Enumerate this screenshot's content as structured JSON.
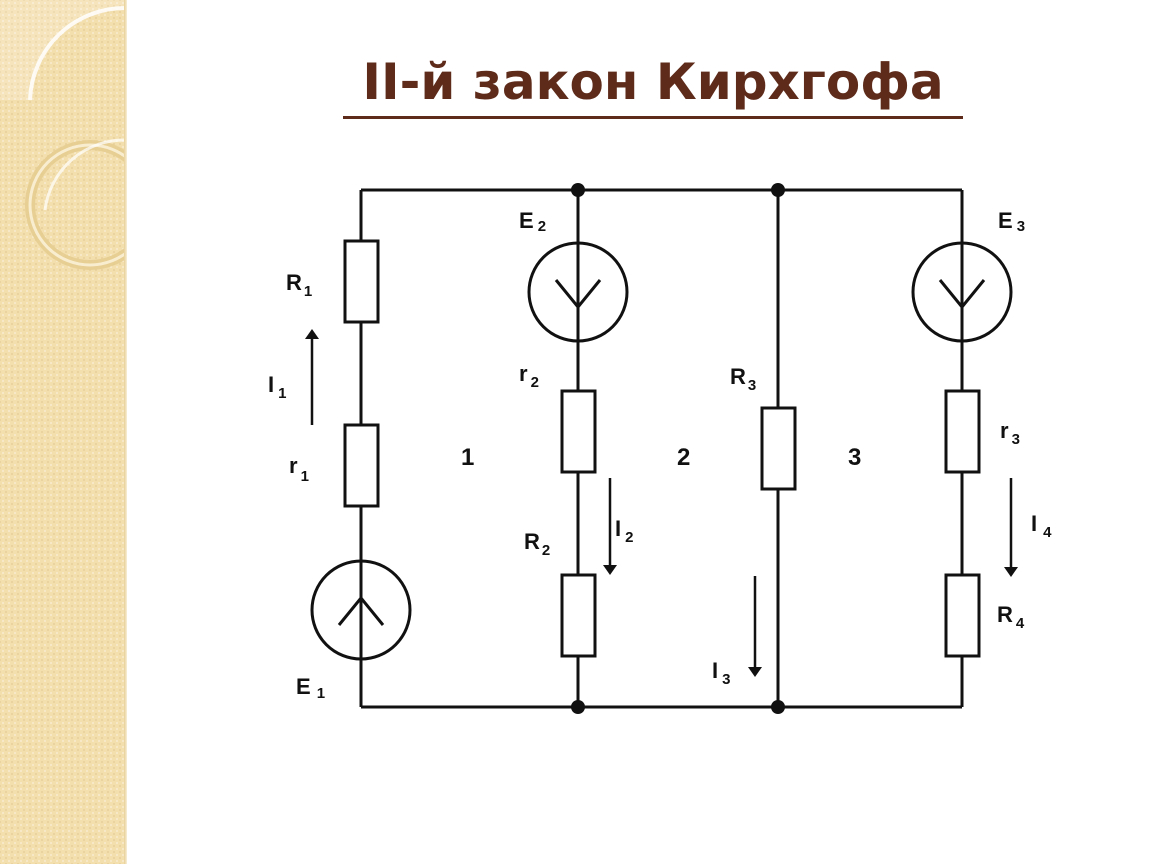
{
  "slide": {
    "title": "II-й закон Кирхгофа"
  },
  "circuit": {
    "labels": {
      "R1": {
        "main": "R",
        "sub": "1"
      },
      "r1": {
        "main": "r",
        "sub": "1"
      },
      "I1": {
        "main": "I",
        "sub": "1"
      },
      "E1": {
        "main": "E",
        "sub": "1"
      },
      "E2": {
        "main": "E",
        "sub": "2"
      },
      "r2": {
        "main": "r",
        "sub": "2"
      },
      "R2": {
        "main": "R",
        "sub": "2"
      },
      "I2": {
        "main": "I",
        "sub": "2"
      },
      "R3": {
        "main": "R",
        "sub": "3"
      },
      "I3": {
        "main": "I",
        "sub": "3"
      },
      "E3": {
        "main": "E",
        "sub": "3"
      },
      "r3": {
        "main": "r",
        "sub": "3"
      },
      "I4": {
        "main": "I",
        "sub": "4"
      },
      "R4": {
        "main": "R",
        "sub": "4"
      }
    },
    "meshes": [
      "1",
      "2",
      "3"
    ]
  },
  "colors": {
    "title": "#5e2b1a",
    "wire": "#111111",
    "panel": "#f3dfae"
  }
}
